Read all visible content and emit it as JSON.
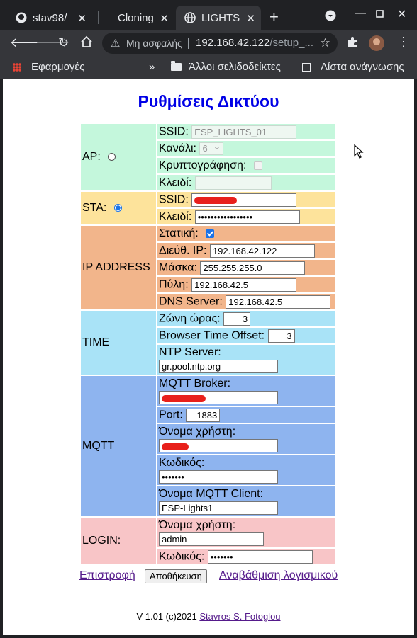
{
  "browser": {
    "tabs": [
      {
        "label": "stav98/",
        "active": false
      },
      {
        "label": "Cloning",
        "active": false
      },
      {
        "label": "LIGHTS",
        "active": true
      }
    ],
    "omnibox": {
      "security": "Μη ασφαλής",
      "host": "192.168.42.122",
      "path": "/setup_..."
    },
    "bookmarks": {
      "apps": "Εφαρμογές",
      "overflow": "»",
      "other": "Άλλοι σελιδοδείκτες",
      "reading_list": "Λίστα ανάγνωσης"
    }
  },
  "page": {
    "title": "Ρυθμίσεις Δικτύου",
    "ap": {
      "section": "AP:",
      "ssid_label": "SSID:",
      "ssid_value": "ESP_LIGHTS_01",
      "channel_label": "Κανάλι:",
      "channel_value": "6",
      "encryption_label": "Κρυπτογράφηση:",
      "key_label": "Κλειδί:",
      "key_value": ""
    },
    "sta": {
      "section": "STA:",
      "ssid_label": "SSID:",
      "key_label": "Κλειδί:",
      "key_value": "•••••••••••••••••"
    },
    "ip": {
      "section": "IP ADDRESS",
      "static_label": "Στατική:",
      "ip_label": "Διεύθ. IP:",
      "ip_value": "192.168.42.122",
      "mask_label": "Μάσκα:",
      "mask_value": "255.255.255.0",
      "gateway_label": "Πύλη:",
      "gateway_value": "192.168.42.5",
      "dns_label": "DNS Server:",
      "dns_value": "192.168.42.5"
    },
    "time": {
      "section": "TIME",
      "tz_label": "Ζώνη ώρας:",
      "tz_value": "3",
      "offset_label": "Browser Time Offset:",
      "offset_value": "3",
      "ntp_label": "NTP Server:",
      "ntp_value": "gr.pool.ntp.org"
    },
    "mqtt": {
      "section": "MQTT",
      "broker_label": "MQTT Broker:",
      "port_label": "Port:",
      "port_value": "1883",
      "user_label": "Όνομα χρήστη:",
      "pass_label": "Κωδικός:",
      "pass_value": "•••••••",
      "client_label": "Όνομα MQTT Client:",
      "client_value": "ESP-Lights1"
    },
    "login": {
      "section": "LOGIN:",
      "user_label": "Όνομα χρήστη:",
      "user_value": "admin",
      "pass_label": "Κωδικός:",
      "pass_value": "•••••••"
    },
    "links": {
      "back": "Επιστροφή",
      "save": "Αποθήκευση",
      "upgrade": "Αναβάθμιση λογισμικού"
    },
    "footer": {
      "text": "V 1.01 (c)2021 ",
      "author": "Stavros S. Fotoglou"
    }
  }
}
